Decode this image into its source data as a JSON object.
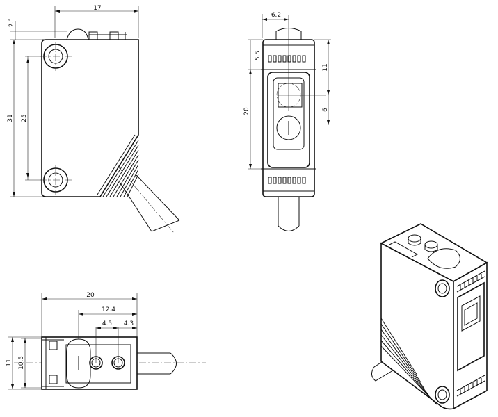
{
  "colors": {
    "line": "#111111",
    "background": "#ffffff"
  },
  "dimensions": {
    "side_view": {
      "top_offset": "2.1",
      "width": "17",
      "height": "31",
      "hole_spacing": "25"
    },
    "front_view": {
      "lens_offset": "6.2",
      "top_margin": "5.5",
      "window_height": "20",
      "upper_lens_center": "11",
      "lower_gap": "6"
    },
    "top_view": {
      "length": "20",
      "connector_offset": "12.4",
      "led_offset_1": "4.5",
      "led_offset_2": "4.3",
      "width_outer": "11",
      "width_inner": "10.5"
    }
  }
}
